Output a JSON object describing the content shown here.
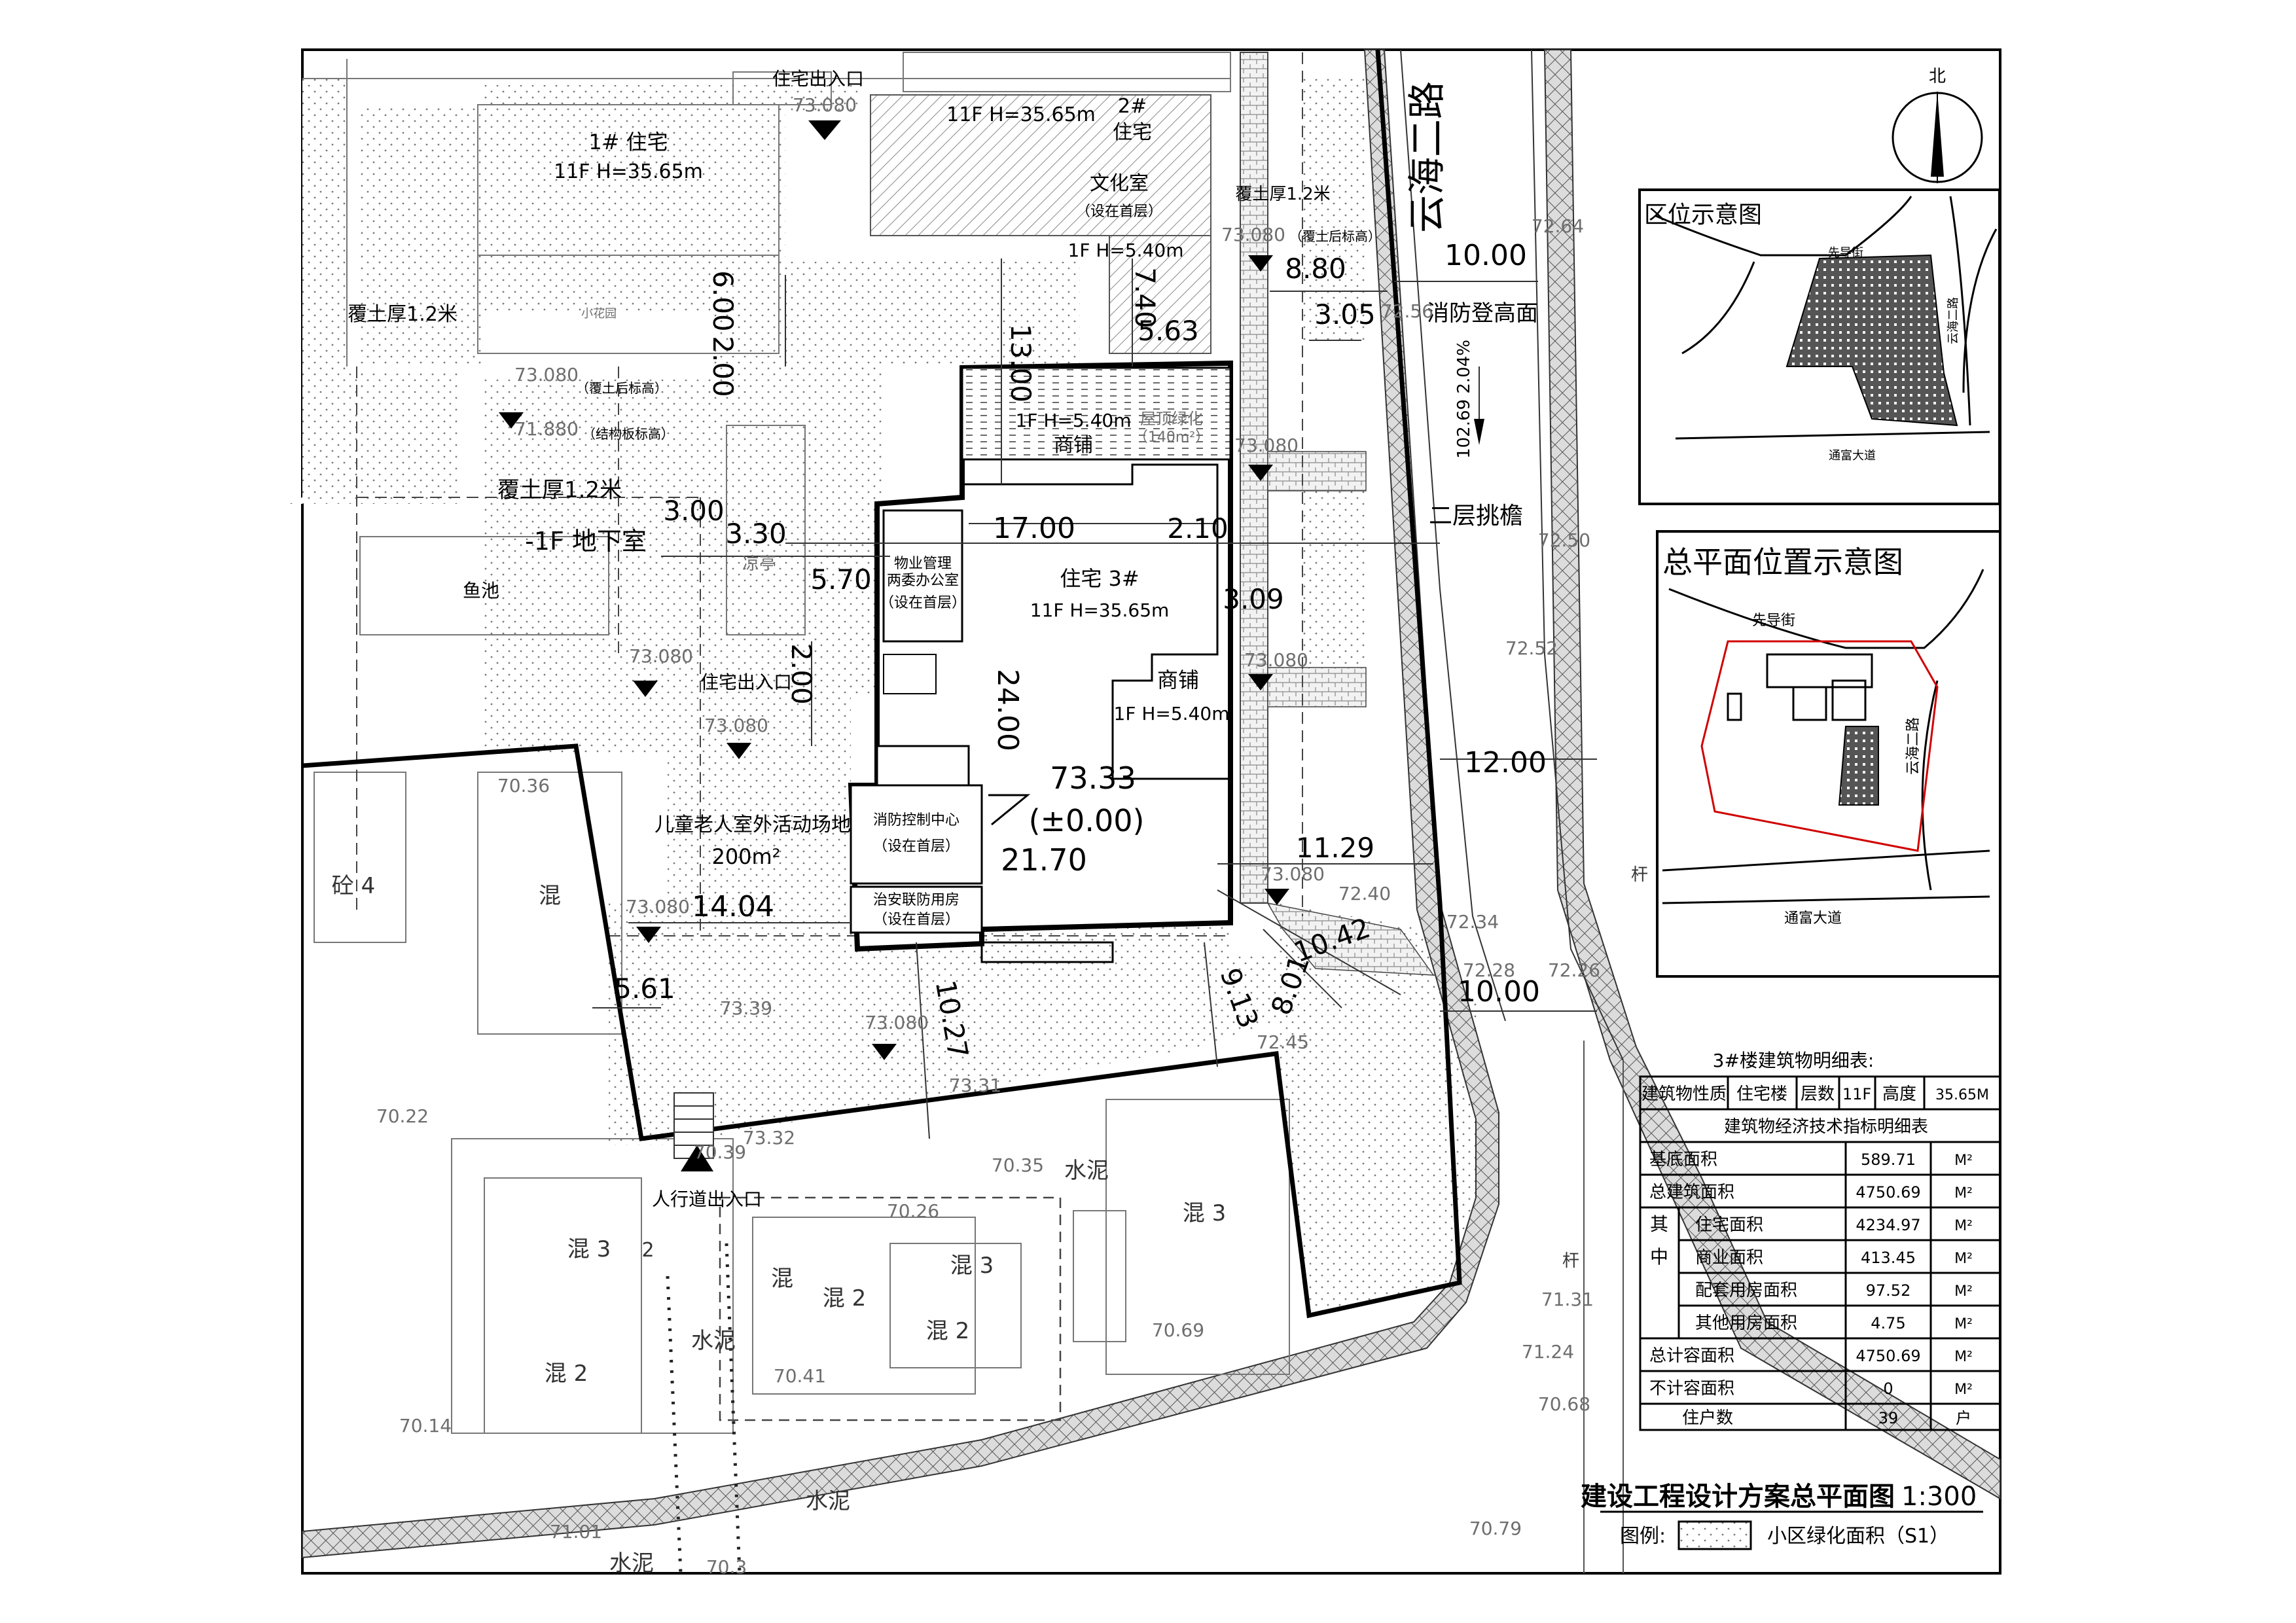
{
  "drawing": {
    "title": "建设工程设计方案总平面图",
    "scale": "1:300",
    "legend_prefix": "图例:",
    "legend_label": "小区绿化面积（S1）"
  },
  "road": {
    "name": "云海二路",
    "width_top": "10.00",
    "width_mid": "12.00",
    "width_bottom": "10.00",
    "fire_face": "消防登高面",
    "slope": "102.69 2.04%",
    "canopy": "二层挑檐"
  },
  "buildings": {
    "b1_name": "1# 住宅",
    "b1_info": "11F H=35.65m",
    "b2_info": "11F H=35.65m",
    "b2_no": "2#",
    "b2_type": "住宅",
    "culture": "文化室",
    "culture_note": "（设在首层）",
    "b2_podium": "1F H=5.40m",
    "b3_name": "住宅  3#",
    "b3_info": "11F H=35.65m",
    "shop_north_info": "1F H=5.40m",
    "shop_north": "商铺",
    "podium_roof": "屋顶绿化",
    "podium_area": "（140m²）",
    "shop_east": "商铺",
    "shop_east_info": "1F H=5.40m",
    "property_office_1": "物业管理",
    "property_office_2": "两委办公室",
    "property_office_3": "（设在首层）",
    "fire_center_1": "消防控制中心",
    "fire_center_2": "（设在首层）",
    "security_1": "治安联防用房",
    "security_2": "（设在首层）",
    "elev_main": "73.33",
    "elev_zero": "(±0.00)"
  },
  "site_labels": {
    "entry_top": "住宅出入口",
    "entry_mid": "住宅出入口",
    "ped_entry": "人行道出入口",
    "soil_1": "覆土厚1.2米",
    "soil_2": "覆土厚1.2米",
    "soil_3": "覆土厚1.2米",
    "basement": "-1F 地下室",
    "pond": "鱼池",
    "pavilion": "凉亭",
    "garden": "小花园",
    "play_area": "儿童老人室外活动场地",
    "play_area_size": "200m²",
    "soil_top_elev": "（覆土后标高）",
    "slab_elev": "（结构板标高）",
    "soil_top_elev_2": "（覆土后标高）"
  },
  "dimensions": {
    "d_13_00": "13.00",
    "d_7_40": "7.40",
    "d_5_63": "5.63",
    "d_8_80": "8.80",
    "d_3_05": "3.05",
    "d_6_00": "6.00",
    "d_2_00_a": "2.00",
    "d_3_00": "3.00",
    "d_3_30": "3.30",
    "d_5_70": "5.70",
    "d_17_00": "17.00",
    "d_2_10": "2.10",
    "d_3_09": "3.09",
    "d_2_00_b": "2.00",
    "d_24_00": "24.00",
    "d_21_70": "21.70",
    "d_14_04": "14.04",
    "d_11_29": "11.29",
    "d_10_42": "10.42",
    "d_8_01": "8.01",
    "d_9_13": "9.13",
    "d_10_27": "10.27",
    "d_5_61": "5.61"
  },
  "elevations": {
    "e1": "73.080",
    "e2": "73.080",
    "e3": "71.880",
    "e4": "73.080",
    "e5": "73.080",
    "e6": "73.080",
    "e7": "73.080",
    "e8": "73.080",
    "e9": "73.080",
    "e10": "73.080",
    "e11": "73.080",
    "e12": "72.64",
    "e13": "72.56",
    "e14": "72.50",
    "e15": "72.52",
    "e16": "72.40",
    "e17": "72.34",
    "e18": "72.28",
    "e19": "72.26",
    "e20": "72.45",
    "e21": "73.31",
    "e22": "73.39",
    "e23": "73.32",
    "e24": "70.39",
    "e25": "70.36",
    "e26": "70.22",
    "e27": "70.14",
    "e28": "70.35",
    "e29": "70.26",
    "e30": "70.69",
    "e31": "70.41",
    "e32": "71.31",
    "e33": "71.24",
    "e34": "70.68",
    "e35": "70.79",
    "e36": "71.01",
    "e37": "70.3"
  },
  "existing": {
    "t1": "砼 4",
    "t2": "混",
    "t3": "混 3",
    "t4": "混 2",
    "t5": "水泥",
    "t6": "混",
    "t7": "混 2",
    "t8": "混 3",
    "t9": "混 2",
    "t10": "水泥",
    "t11": "混 3",
    "t12": "水泥",
    "t13": "水泥",
    "t14": "杆",
    "t15": "杆",
    "t16": "2"
  },
  "location_map": {
    "title": "区位示意图",
    "street": "先导街",
    "road": "通富大道",
    "road2": "云海二路"
  },
  "site_map": {
    "title": "总平面位置示意图",
    "street": "先导街",
    "road": "通富大道",
    "road2": "云海二路"
  },
  "table": {
    "title": "3#楼建筑物明细表:",
    "h_nature": "建筑物性质",
    "h_type": "住宅楼",
    "h_floors_label": "层数",
    "h_floors": "11F",
    "h_height_label": "高度",
    "h_height": "35.65M",
    "sub_title": "建筑物经济技术指标明细表",
    "group_label_1": "其",
    "group_label_2": "中",
    "rows": [
      {
        "label": "基底面积",
        "value": "589.71",
        "unit": "M²"
      },
      {
        "label": "总建筑面积",
        "value": "4750.69",
        "unit": "M²"
      },
      {
        "label": "住宅面积",
        "value": "4234.97",
        "unit": "M²"
      },
      {
        "label": "商业面积",
        "value": "413.45",
        "unit": "M²"
      },
      {
        "label": "配套用房面积",
        "value": "97.52",
        "unit": "M²"
      },
      {
        "label": "其他用房面积",
        "value": "4.75",
        "unit": "M²"
      },
      {
        "label": "总计容面积",
        "value": "4750.69",
        "unit": "M²"
      },
      {
        "label": "不计容面积",
        "value": "0",
        "unit": "M²"
      },
      {
        "label": "住户数",
        "value": "39",
        "unit": "户"
      }
    ]
  }
}
